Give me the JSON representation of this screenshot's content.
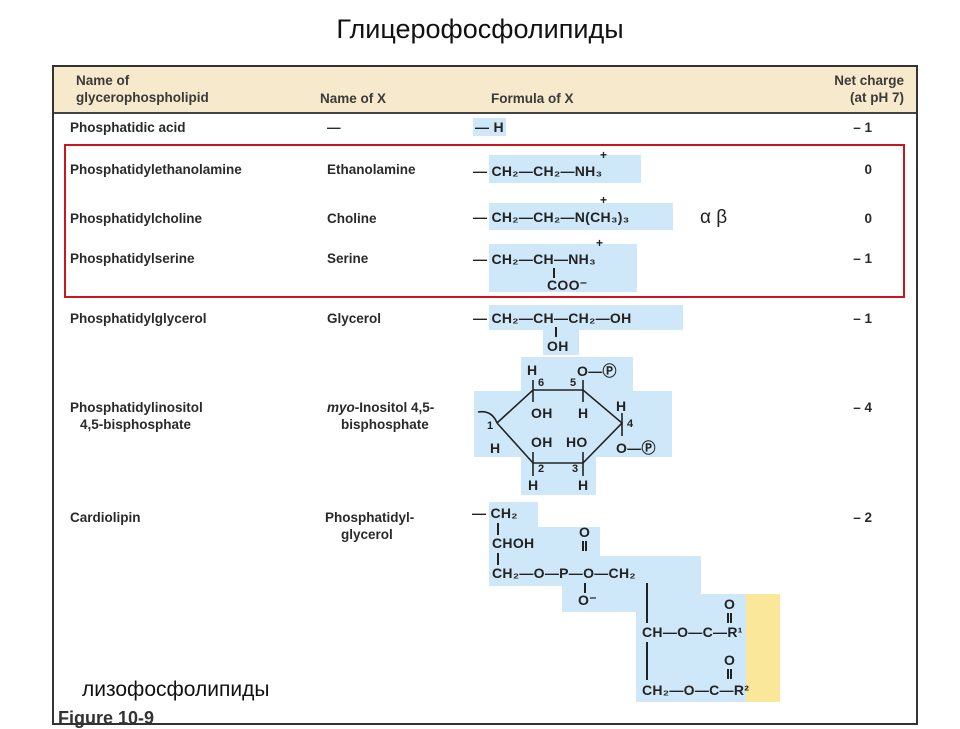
{
  "title": "Глицерофосфолипиды",
  "header": {
    "col1_line1": "Name of",
    "col1_line2": "glycerophospholipid",
    "col2": "Name of X",
    "col3": "Formula of X",
    "col4_line1": "Net charge",
    "col4_line2": "(at pH 7)"
  },
  "rows": [
    {
      "name": "Phosphatidic acid",
      "x_name": "—",
      "formula": "— H",
      "charge": "– 1"
    },
    {
      "name": "Phosphatidylethanolamine",
      "x_name": "Ethanolamine",
      "formula": "— CH₂—CH₂—NH₃",
      "formula_charge": "+",
      "charge": "0"
    },
    {
      "name": "Phosphatidylcholine",
      "x_name": "Choline",
      "formula": "— CH₂—CH₂—N(CH₃)₃",
      "formula_charge": "+",
      "charge": "0"
    },
    {
      "name": "Phosphatidylserine",
      "x_name": "Serine",
      "formula": "— CH₂—CH—NH₃",
      "formula_sub": "COO⁻",
      "formula_charge": "+",
      "charge": "– 1"
    },
    {
      "name": "Phosphatidylglycerol",
      "x_name": "Glycerol",
      "formula": "— CH₂—CH—CH₂—OH",
      "formula_sub": "OH",
      "charge": "– 1"
    },
    {
      "name_line1": "Phosphatidylinositol",
      "name_line2": "4,5-bisphosphate",
      "x_name_italic": "myo",
      "x_name_line1": "-Inositol 4,5-",
      "x_name_line2": "bisphosphate",
      "charge": "– 4",
      "ring_labels": {
        "h6": "H",
        "n6": "6",
        "n5": "5",
        "o5": "O—Ⓟ",
        "oh6": "OH",
        "h5": "H",
        "h4": "H",
        "n4": "4",
        "n1": "1",
        "h1": "H",
        "oh2": "OH",
        "ho3": "HO",
        "o4": "O—Ⓟ",
        "n2": "2",
        "n3": "3",
        "h2": "H",
        "h3": "H"
      }
    },
    {
      "name": "Cardiolipin",
      "x_name_line1": "Phosphatidyl-",
      "x_name_line2": "glycerol",
      "charge": "– 2",
      "formula_lines": {
        "l1": "— CH₂",
        "l2": "CHOH",
        "o_p": "O",
        "l3": "CH₂—O—P—O—CH₂",
        "o_minus": "O⁻",
        "l4": "CH—O—C—R¹",
        "o1": "O",
        "l5": "CH₂—O—C—R²",
        "o2": "O"
      }
    }
  ],
  "annotation_greek": "α β",
  "footer_label": "лизофосфолипиды",
  "figure_caption": "Figure 10-9"
}
